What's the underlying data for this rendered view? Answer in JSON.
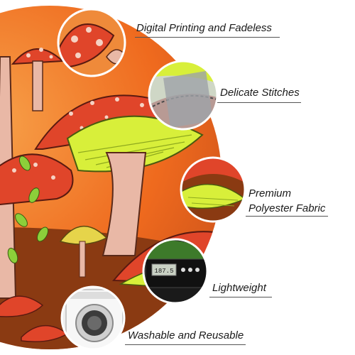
{
  "features": [
    {
      "id": "printing",
      "lines": [
        "Digital Printing and Fadeless"
      ],
      "thumbnail": "mushroom-print-closeup"
    },
    {
      "id": "stitches",
      "lines": [
        "Delicate Stitches"
      ],
      "thumbnail": "hem-stitch-closeup"
    },
    {
      "id": "fabric",
      "lines": [
        "Premium",
        "Polyester Fabric"
      ],
      "thumbnail": "fabric-texture-closeup"
    },
    {
      "id": "weight",
      "lines": [
        "Lightweight"
      ],
      "thumbnail": "digital-scale"
    },
    {
      "id": "wash",
      "lines": [
        "Washable and Reusable"
      ],
      "thumbnail": "washing-machine"
    }
  ],
  "scale_readout": "187.5",
  "colors": {
    "background": "#ffffff",
    "tapestry_orange": "#ef6a1e",
    "mushroom_red": "#e0452a",
    "gill_green": "#d8ef3a",
    "stem_pink": "#e9b8a6",
    "leaf_green": "#8ccf3a",
    "ink": "#1a1a1a"
  }
}
